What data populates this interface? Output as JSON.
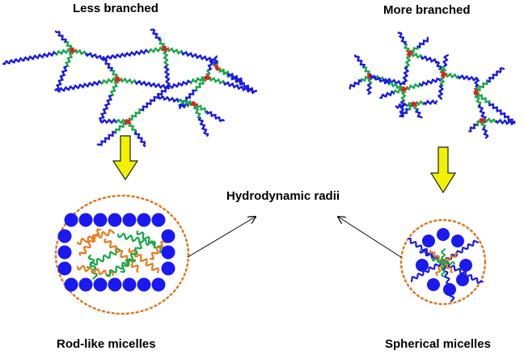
{
  "labels": {
    "less_branched": "Less branched",
    "more_branched": "More branched",
    "center": "Hydrodynamic  radii",
    "rod": "Rod-like micelles",
    "spherical": "Spherical micelles"
  },
  "colors": {
    "chain_blue": "#1a1ae6",
    "chain_green": "#1aa84a",
    "chain_orange": "#e87a1a",
    "chain_red": "#e0201a",
    "arrow_yellow": "#f2f200",
    "circle_blue": "#1a1af0",
    "dotted_orange": "#e07820"
  }
}
